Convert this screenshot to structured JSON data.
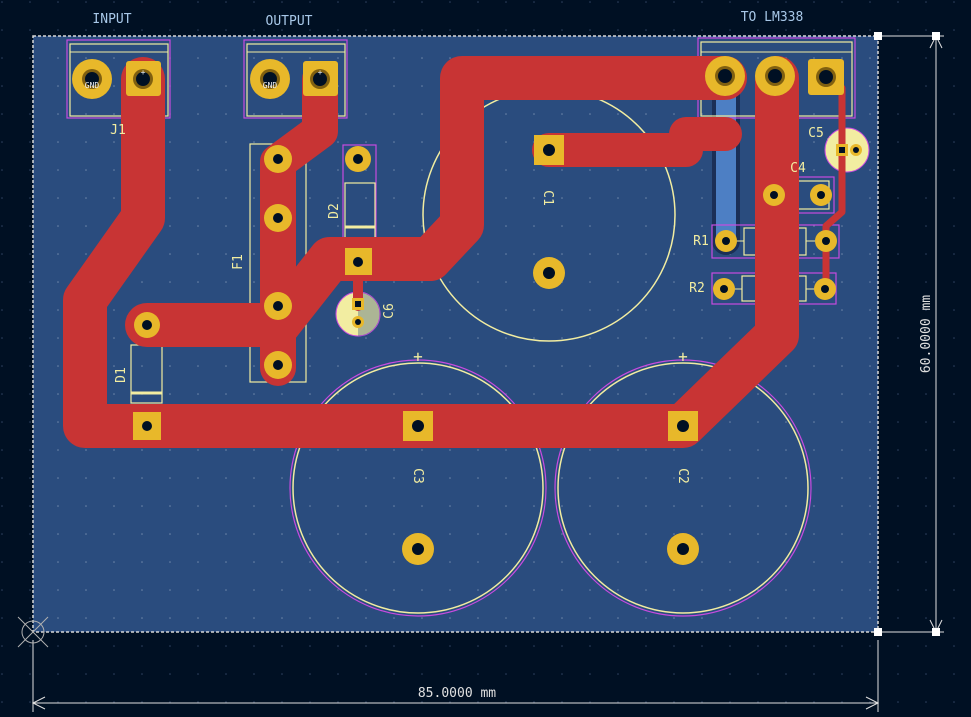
{
  "colors": {
    "background": "#001023",
    "board_fill": "#2a4c7e",
    "copper_top": "#c83434",
    "copper_bottom": "#4d7fc4",
    "pad_gold": "#e8b82a",
    "silkscreen": "#f2eda1",
    "courtyard": "#c84be0",
    "dimension": "#e0e0e0",
    "fab_text": "#a8c8e8"
  },
  "labels": {
    "input": "INPUT",
    "output": "OUTPUT",
    "to_lm338": "TO LM338",
    "pin_gnd": "GND",
    "pin_plus": "+",
    "polarity_plus": "+"
  },
  "designators": {
    "j1": "J1",
    "f1": "F1",
    "d1": "D1",
    "d2": "D2",
    "c1": "C1",
    "c2": "C2",
    "c3": "C3",
    "c4": "C4",
    "c5": "C5",
    "c6": "C6",
    "r1": "R1",
    "r2": "R2"
  },
  "dimensions": {
    "width": "85.0000 mm",
    "height": "60.0000 mm"
  },
  "icons": {
    "origin": "origin-crosshair-icon"
  }
}
